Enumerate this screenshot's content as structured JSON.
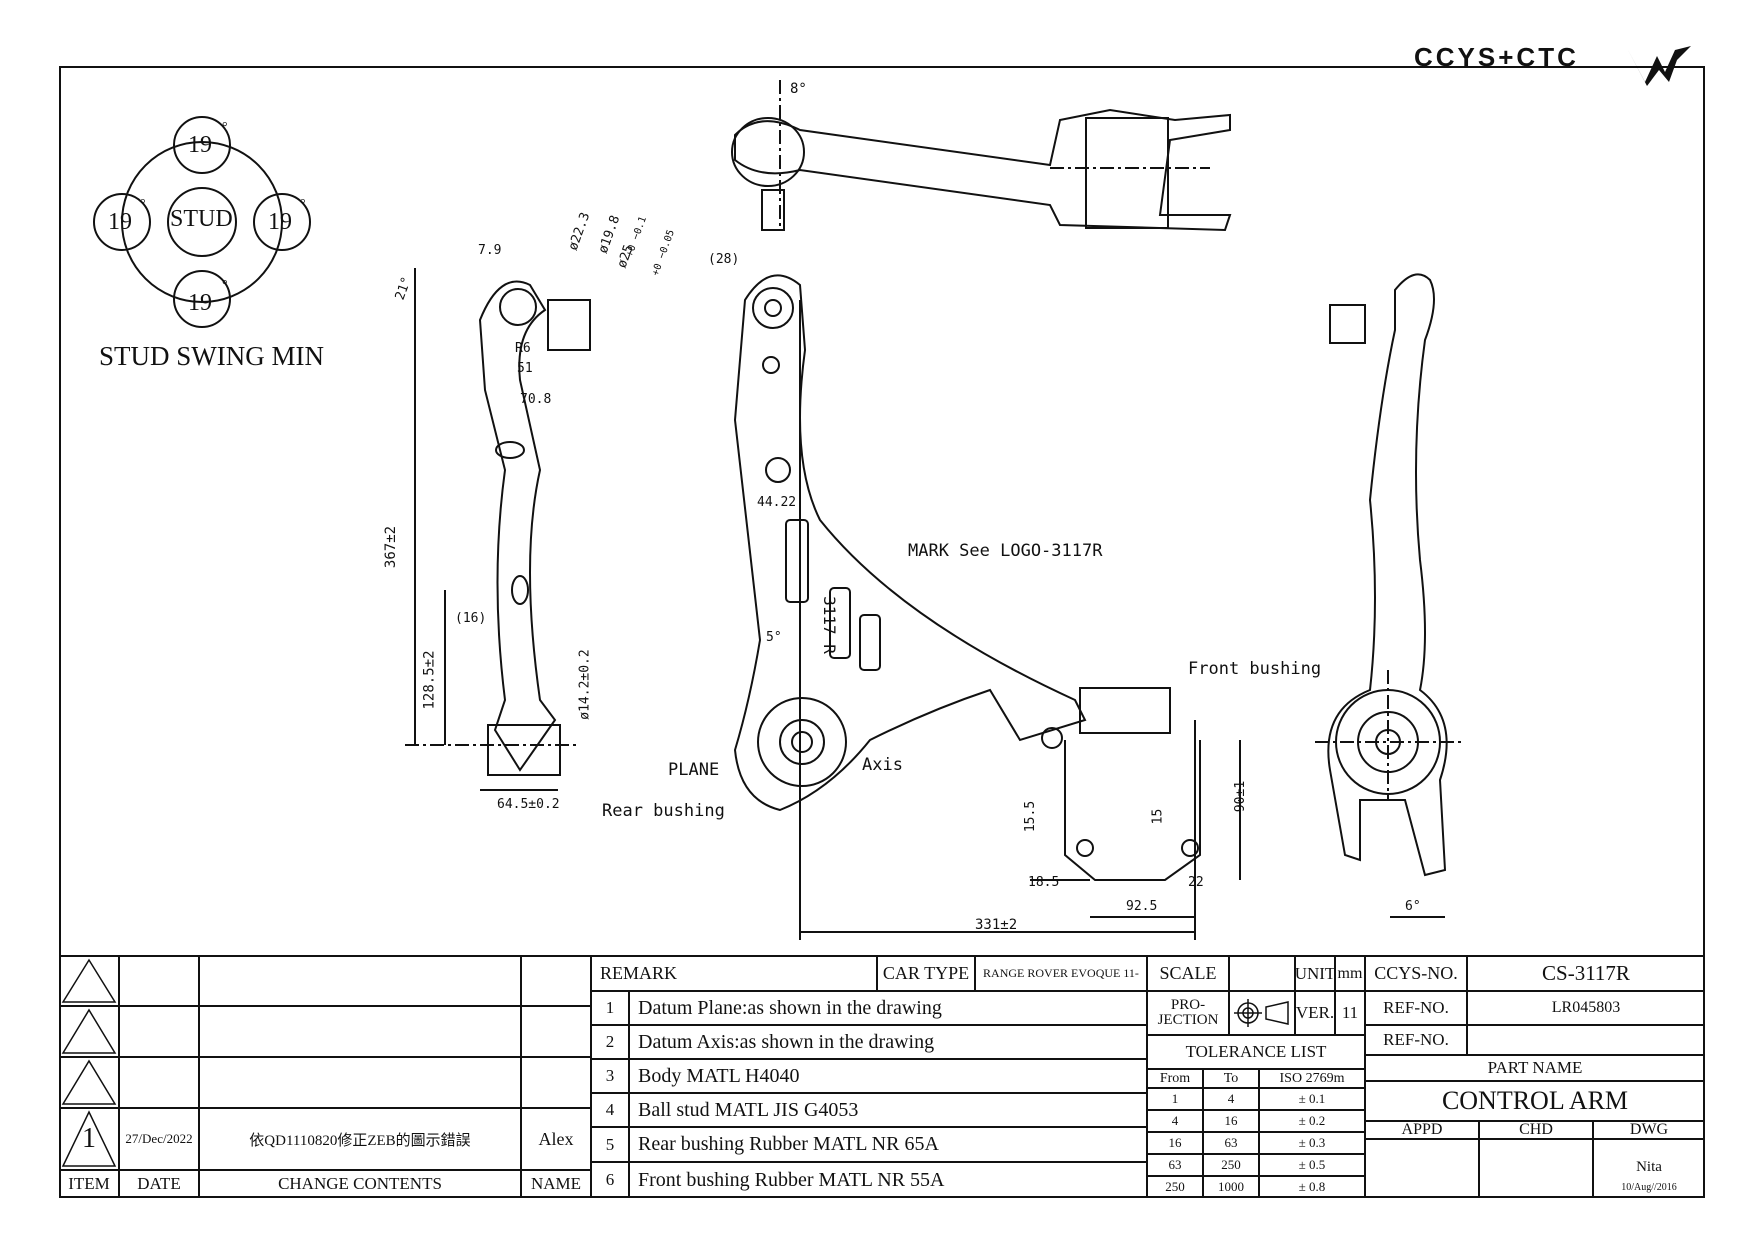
{
  "brand": {
    "logo_text": "CCYS+CTC"
  },
  "swing": {
    "center": "STUD",
    "top": "19",
    "left": "19",
    "right": "19",
    "bottom": "19",
    "deg": "°",
    "caption": "STUD SWING MIN"
  },
  "dims": {
    "angle_top": "8°",
    "d_79": "7.9",
    "d_phi223": "ø22.3",
    "d_phi198": "ø19.8",
    "d_phi198_tol": "+0 −0.1",
    "d_phi25": "ø25",
    "d_phi25_tol": "+0 −0.05",
    "d_21deg": "21°",
    "d_r6": "R6",
    "d_51": "51",
    "d_708": "70.8",
    "d_367": "367±2",
    "d_16": "(16)",
    "d_1285": "128.5±2",
    "d_142": "ø14.2±0.2",
    "d_645": "64.5±0.2",
    "d_28": "(28)",
    "d_4422": "44.22",
    "d_5deg": "5°",
    "mark_label": "MARK See LOGO-3117R",
    "part_mark": "3117 R",
    "front_bushing": "Front bushing",
    "rear_bushing": "Rear bushing",
    "plane": "PLANE",
    "axis": "Axis",
    "d_155": "15.5",
    "d_15": "15",
    "d_90": "90±1",
    "d_185": "18.5",
    "d_925": "92.5",
    "d_22": "22",
    "d_331": "331±2",
    "d_6deg": "6°"
  },
  "revision": {
    "rows": [
      {
        "item": "",
        "date": "",
        "contents": "",
        "name": ""
      },
      {
        "item": "",
        "date": "",
        "contents": "",
        "name": ""
      },
      {
        "item": "",
        "date": "",
        "contents": "",
        "name": ""
      },
      {
        "item": "1",
        "date": "27/Dec/2022",
        "contents": "依QD1110820修正ZEB的圖示錯誤",
        "name": "Alex"
      }
    ],
    "header": {
      "item": "ITEM",
      "date": "DATE",
      "contents": "CHANGE CONTENTS",
      "name": "NAME"
    }
  },
  "remarks": {
    "label": "REMARK",
    "car_type_label": "CAR TYPE",
    "car_type": "RANGE ROVER EVOQUE 11-",
    "items": [
      {
        "no": "1",
        "text": "Datum Plane:as shown in the drawing"
      },
      {
        "no": "2",
        "text": "Datum Axis:as shown in the drawing"
      },
      {
        "no": "3",
        "text": "Body MATL H4040"
      },
      {
        "no": "4",
        "text": "Ball stud MATL JIS G4053"
      },
      {
        "no": "5",
        "text": "Rear bushing Rubber MATL NR 65A"
      },
      {
        "no": "6",
        "text": "Front bushing Rubber MATL NR 55A"
      }
    ]
  },
  "spec": {
    "scale_label": "SCALE",
    "unit_label": "UNIT",
    "unit": "mm",
    "projection_label": "PRO-\nJECTION",
    "ver_label": "VER.",
    "ver": "11",
    "tolerance_title": "TOLERANCE LIST",
    "tol_header": {
      "from": "From",
      "to": "To",
      "iso": "ISO 2769m"
    },
    "tolerances": [
      {
        "from": "1",
        "to": "4",
        "tol": "± 0.1"
      },
      {
        "from": "4",
        "to": "16",
        "tol": "± 0.2"
      },
      {
        "from": "16",
        "to": "63",
        "tol": "± 0.3"
      },
      {
        "from": "63",
        "to": "250",
        "tol": "± 0.5"
      },
      {
        "from": "250",
        "to": "1000",
        "tol": "± 0.8"
      }
    ]
  },
  "part": {
    "ccys_label": "CCYS-NO.",
    "ccys_no": "CS-3117R",
    "ref_label": "REF-NO.",
    "ref_no": "LR045803",
    "ref_label2": "REF-NO.",
    "ref_no2": "",
    "part_name_label": "PART NAME",
    "part_name": "CONTROL ARM",
    "appd": "APPD",
    "chd": "CHD",
    "dwg": "DWG",
    "drawn_by": "Nita",
    "drawn_date": "10/Aug//2016"
  }
}
